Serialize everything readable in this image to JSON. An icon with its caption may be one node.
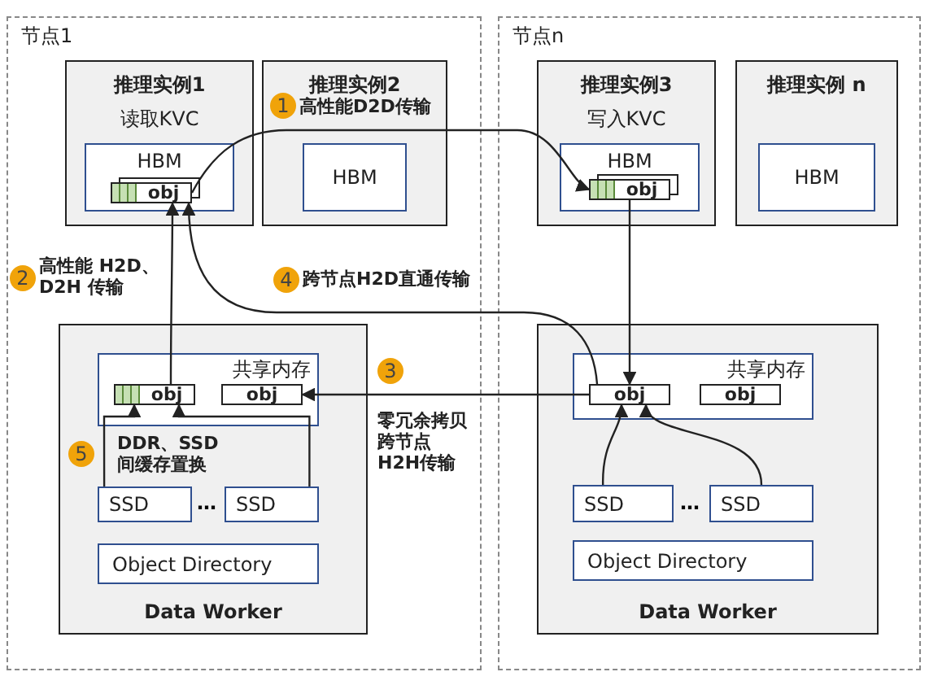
{
  "diagram": {
    "nodes": [
      {
        "text": [
          "节点1"
        ]
      },
      {
        "text": [
          "推理实例1",
          "读取KVC"
        ],
        "in": 0
      },
      {
        "text": [
          "HBM"
        ],
        "in": 1
      },
      {
        "text": [
          "obj"
        ],
        "in": 2
      },
      {
        "text": [
          "推理实例2"
        ],
        "in": 0
      },
      {
        "text": [
          "HBM"
        ],
        "in": 4
      },
      {
        "text": [
          "Data Worker"
        ],
        "in": 0
      },
      {
        "text": [
          "共享内存"
        ],
        "in": 6
      },
      {
        "text": [
          "obj"
        ],
        "in": 7
      },
      {
        "text": [
          "obj"
        ],
        "in": 7
      },
      {
        "text": [
          "SSD"
        ],
        "in": 6
      },
      {
        "text": [
          "SSD"
        ],
        "in": 6
      },
      {
        "text": [
          "Object Directory"
        ],
        "in": 6
      },
      {
        "text": [
          "节点n"
        ]
      },
      {
        "text": [
          "推理实例3",
          "写入KVC"
        ],
        "in": 13
      },
      {
        "text": [
          "HBM"
        ],
        "in": 14
      },
      {
        "text": [
          "obj"
        ],
        "in": 15
      },
      {
        "text": [
          "推理实例 n"
        ],
        "in": 13
      },
      {
        "text": [
          "HBM"
        ],
        "in": 17
      },
      {
        "text": [
          "Data Worker"
        ],
        "in": 13
      },
      {
        "text": [
          "共享内存"
        ],
        "in": 19
      },
      {
        "text": [
          "obj"
        ],
        "in": 20
      },
      {
        "text": [
          "obj"
        ],
        "in": 20
      },
      {
        "text": [
          "SSD"
        ],
        "in": 19
      },
      {
        "text": [
          "SSD"
        ],
        "in": 19
      },
      {
        "text": [
          "Object Directory"
        ],
        "in": 19
      }
    ],
    "edges": [
      {
        "from": 3,
        "to": 16,
        "arrow": "to",
        "label": "高性能D2D传输"
      },
      {
        "from": 8,
        "to": 3,
        "arrow": "to",
        "label": "高性能 H2D、D2H 传输"
      },
      {
        "from": 21,
        "to": 9,
        "arrow": "to",
        "label": "零冗余拷贝跨节点 H2H传输"
      },
      {
        "from": 21,
        "to": 3,
        "arrow": "to",
        "label": "跨节点H2D直通传输"
      },
      {
        "from": 10,
        "to": 8,
        "arrow": "to",
        "label": "DDR、SSD间缓存置换"
      },
      {
        "from": 11,
        "to": 8,
        "arrow": "to"
      },
      {
        "from": 16,
        "to": 21,
        "arrow": "to"
      },
      {
        "from": 23,
        "to": 21,
        "arrow": "to"
      },
      {
        "from": 24,
        "to": 21,
        "arrow": "to"
      }
    ],
    "labels": [
      "1",
      "2",
      "3",
      "4",
      "5",
      "…",
      "…"
    ]
  }
}
